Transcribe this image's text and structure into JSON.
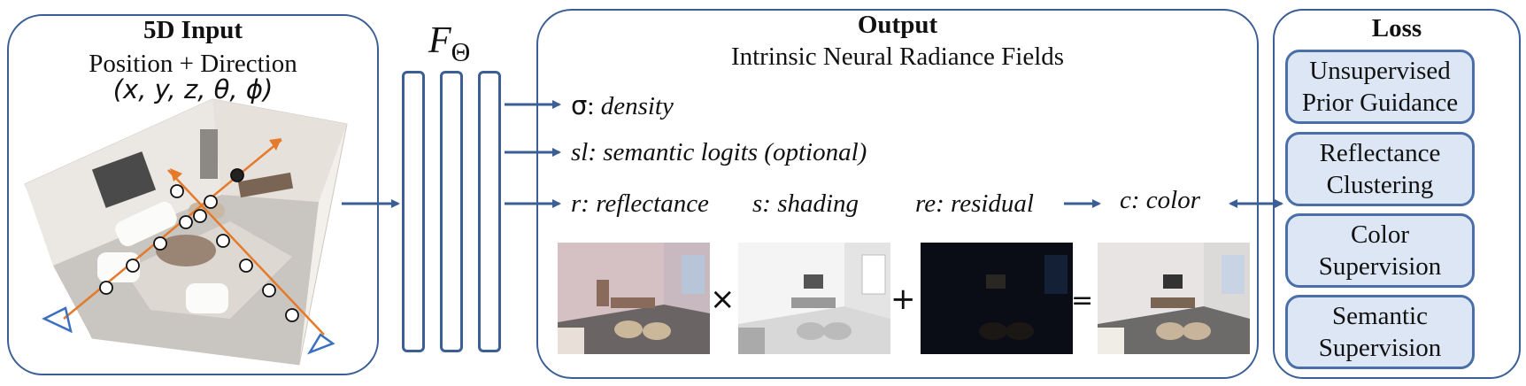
{
  "input": {
    "title": "5D Input",
    "subtitle": "Position + Direction",
    "coords": "(x,  y,  z,  θ,  ϕ)"
  },
  "network": {
    "label": "F",
    "subscript": "Θ"
  },
  "output": {
    "title": "Output",
    "subtitle": "Intrinsic Neural Radiance Fields",
    "density_symbol": "σ",
    "density_sep": ": ",
    "density_word": "density",
    "semantic": "sl: semantic logits (optional)",
    "reflectance": "r: reflectance",
    "shading": "s: shading",
    "residual": "re: residual",
    "color": "c: color",
    "op_times": "×",
    "op_plus": "+",
    "op_equals": "="
  },
  "loss": {
    "title": "Loss",
    "items": [
      {
        "line1": "Unsupervised",
        "line2": "Prior Guidance"
      },
      {
        "line1": "Reflectance",
        "line2": "Clustering"
      },
      {
        "line1": "Color",
        "line2": "Supervision"
      },
      {
        "line1": "Semantic",
        "line2": "Supervision"
      }
    ]
  },
  "colors": {
    "frame": "#3b5f95",
    "arrow": "#3b5f95",
    "ray": "#e47a2a",
    "loss_fill": "#dde6f4"
  }
}
